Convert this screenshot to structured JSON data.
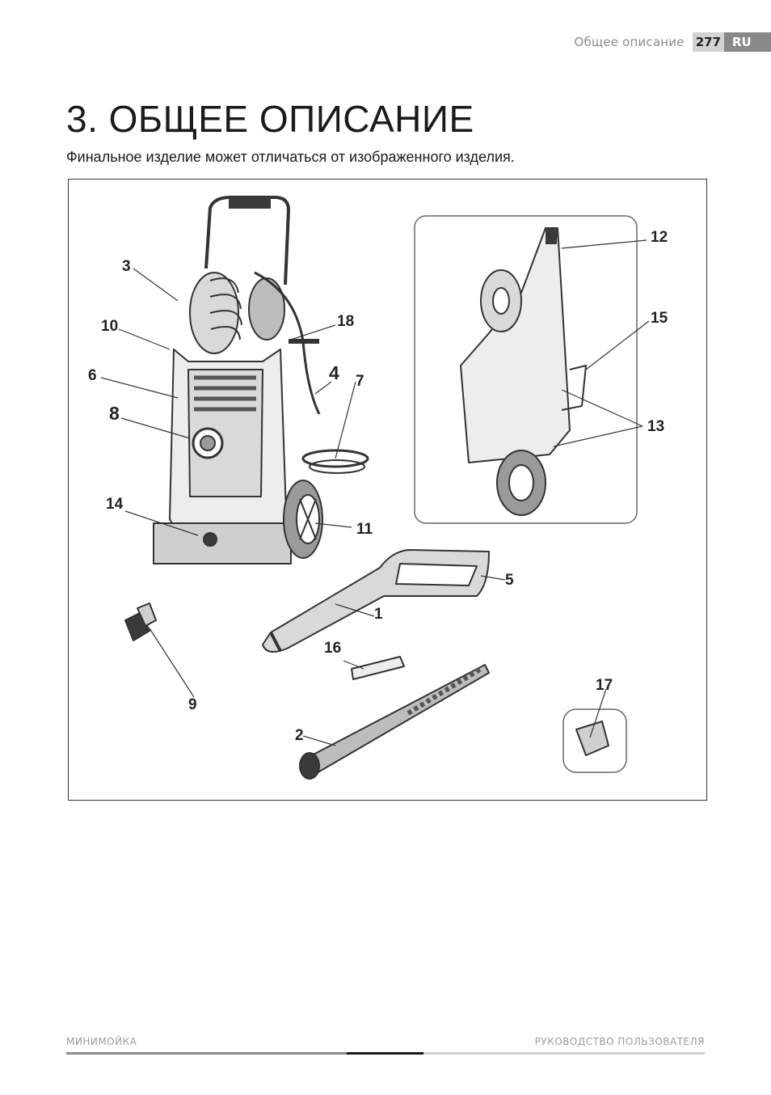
{
  "header": {
    "section": "Общее описание",
    "page_number": "277",
    "language": "RU"
  },
  "title": "3. ОБЩЕЕ ОПИСАНИЕ",
  "subtitle": "Финальное изделие может отличаться от изображенного изделия.",
  "figure": {
    "callouts": {
      "c1": "1",
      "c2": "2",
      "c3": "3",
      "c4": "4",
      "c5": "5",
      "c6": "6",
      "c7": "7",
      "c8": "8",
      "c9": "9",
      "c10": "10",
      "c11": "11",
      "c12": "12",
      "c13": "13",
      "c14": "14",
      "c15": "15",
      "c16": "16",
      "c17": "17",
      "c18": "18"
    }
  },
  "footer": {
    "left": "МИНИМОЙКА",
    "right": "РУКОВОДСТВО ПОЛЬЗОВАТЕЛЯ"
  },
  "colors": {
    "line": "#333333",
    "fill_light": "#d9d9d9",
    "fill_mid": "#9a9a9a",
    "fill_dark": "#3a3a3a"
  }
}
